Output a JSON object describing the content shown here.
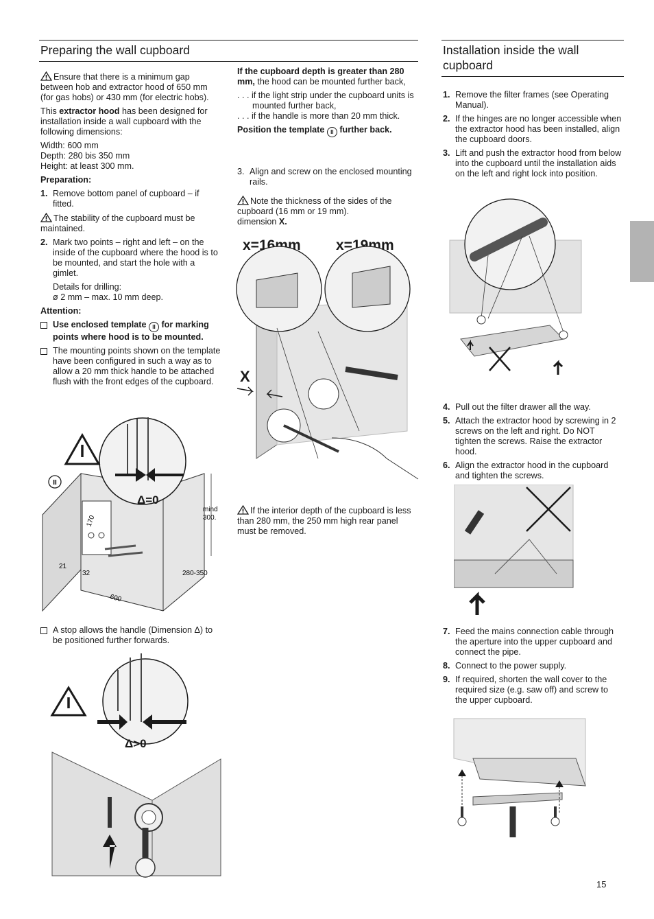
{
  "left": {
    "heading": "Preparing the wall cupboard",
    "warn1": "Ensure that there is a minimum gap between hob and extractor hood of 650 mm (for gas hobs) or 430 mm (for electric hobs).",
    "intro_pre": "This ",
    "intro_bold": "extractor hood",
    "intro_post": " has been designed for installation inside a wall cupboard with the following dimensions:",
    "dim_width": "Width: 600 mm",
    "dim_depth": "Depth: 280 bis 350 mm",
    "dim_height": "Height: at least 300 mm.",
    "prep_label": "Preparation:",
    "step1_num": "1.",
    "step1": "Remove bottom panel of cupboard – if fitted.",
    "warn2": "The stability of the cupboard must be maintained.",
    "step2_num": "2.",
    "step2": "Mark two points – right and left – on the inside of the cupboard where the hood is to be mounted, and start the hole with a gimlet.",
    "drill_1": "Details for drilling:",
    "drill_2": "ø 2 mm – max. 10 mm deep.",
    "attention": "Attention:",
    "check1_a": "Use enclosed template ",
    "template_mark": "II",
    "check1_b": " for marking points where hood is to be mounted.",
    "check2": "The mounting points shown on the template have been configured in such a way as to allow a 20 mm thick handle to be attached flush with the front edges of the cupboard.",
    "check3": "A stop allows the handle (Dimension Δ) to be positioned further forwards.",
    "fig1": {
      "delta": "Δ=0",
      "mind": "mind",
      "three_hundred": "300.",
      "d170": "170",
      "d21": "21",
      "d32": "32",
      "d280": "280-350",
      "d600": "600",
      "template": "II"
    },
    "fig2": {
      "delta": "Δ>0"
    }
  },
  "middle": {
    "depth_bold": "If the cupboard depth is greater than 280 mm,",
    "depth_rest": " the hood can be mounted further back,",
    "cond1": ". . . if the light strip under the cupboard units is mounted further back,",
    "cond2": ". . . if the handle is more than 20 mm thick.",
    "position_a": "Position the template ",
    "template_mark": "II",
    "position_b": " further back.",
    "step3_num": "3.",
    "step3": "Align and screw on the enclosed mounting rails.",
    "warn3_a": "Note the thickness of the sides of the cupboard (16 mm or 19 mm).",
    "warn3_b": "dimension ",
    "warn3_x": "X.",
    "fig": {
      "x16": "x=16mm",
      "x19": "x=19mm",
      "xlabel": "X"
    },
    "warn4": "If the interior depth of the cupboard is less than 280 mm, the 250 mm high rear panel must be removed."
  },
  "right": {
    "heading": "Installation inside the wall cupboard",
    "steps": [
      {
        "n": "1.",
        "t": "Remove the filter frames (see Operating Manual)."
      },
      {
        "n": "2.",
        "t": "If the hinges are no longer accessible when the extractor hood has been installed, align the cupboard doors."
      },
      {
        "n": "3.",
        "t": "Lift and push the extractor hood from below into the cupboard until the installation aids on the left and right lock into position."
      },
      {
        "n": "4.",
        "t": "Pull out the filter drawer all the way."
      },
      {
        "n": "5.",
        "t": "Attach the extractor hood by screwing in 2 screws on the left and right. Do NOT tighten the screws. Raise the extractor hood."
      },
      {
        "n": "6.",
        "t": "Align the extractor hood in the cupboard and tighten the screws."
      },
      {
        "n": "7.",
        "t": "Feed the mains connection cable through the aperture into the upper cupboard and connect the pipe."
      },
      {
        "n": "8.",
        "t": "Connect to the power supply."
      },
      {
        "n": "9.",
        "t": "If required, shorten the wall cover to the required size (e.g. saw off) and screw to the upper cupboard."
      }
    ]
  },
  "page_number": "15",
  "colors": {
    "text": "#1a1a1a",
    "tab": "#b3b3b3",
    "line": "#333333"
  }
}
